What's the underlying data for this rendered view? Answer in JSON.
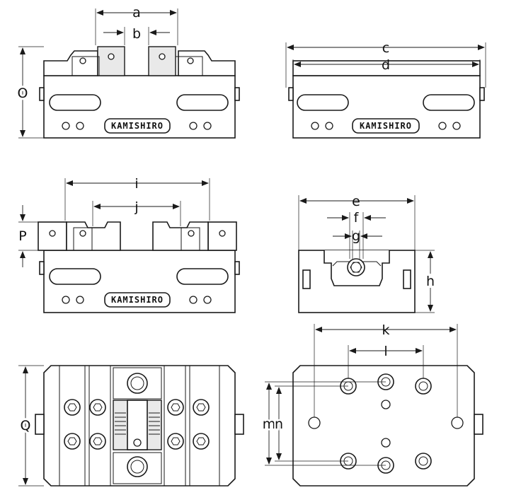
{
  "brand_text": "KAMISHIRO",
  "dimension_labels": {
    "a": "a",
    "b": "b",
    "c": "c",
    "d": "d",
    "e": "e",
    "f": "f",
    "g": "g",
    "h": "h",
    "i": "i",
    "j": "j",
    "k": "k",
    "l": "l",
    "m": "m",
    "n": "n",
    "o": "O",
    "p": "P",
    "q": "Q"
  },
  "colors": {
    "line": "#1a1a1a",
    "fill": "#e9e9e9",
    "background": "#ffffff"
  }
}
